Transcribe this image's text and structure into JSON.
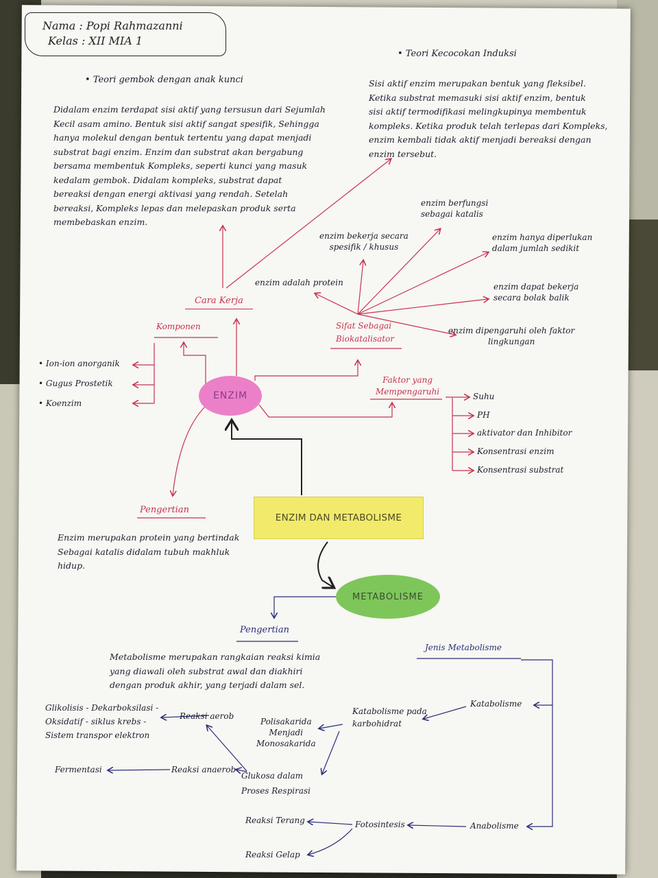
{
  "header": {
    "name_line": "Nama : Popi Rahmazanni",
    "class_line": "Kelas : XII MIA 1"
  },
  "central": {
    "title": "ENZIM DAN METABOLISME",
    "enzim": "ENZIM",
    "metabolisme": "METABOLISME"
  },
  "theories": {
    "lock_key": {
      "title": "• Teori gembok dengan anak kunci",
      "text": "Didalam enzim terdapat sisi aktif yang tersusun dari Sejumlah\nKecil asam amino. Bentuk sisi aktif sangat spesifik, Sehingga\nhanya molekul dengan bentuk tertentu yang dapat menjadi\nsubstrat bagi enzim. Enzim dan substrat akan bergabung\nbersama membentuk Kompleks, seperti kunci yang masuk\nkedalam gembok. Didalam kompleks, substrat dapat\nbereaksi dengan energi aktivasi yang rendah. Setelah\nbereaksi, Kompleks lepas dan melepaskan produk serta\nmembebaskan enzim."
    },
    "induced_fit": {
      "title": "• Teori Kecocokan Induksi",
      "text": "Sisi aktif enzim merupakan bentuk yang fleksibel.\nKetika substrat memasuki sisi aktif enzim, bentuk\nsisi aktif termodifikasi melingkupinya membentuk\nkompleks. Ketika produk telah terlepas dari Kompleks,\nenzim kembali tidak aktif menjadi bereaksi dengan\nenzim tersebut."
    }
  },
  "enzim_branches": {
    "cara_kerja": "Cara Kerja",
    "komponen": "Komponen",
    "komponen_items": [
      "• Ion-ion anorganik",
      "• Gugus Prostetik",
      "• Koenzim"
    ],
    "sifat": "Sifat Sebagai\nBiokatalisator",
    "sifat_items": [
      "enzim adalah protein",
      "enzim bekerja secara\nspesifik / khusus",
      "enzim berfungsi\nsebagai katalis",
      "enzim hanya diperlukan\ndalam jumlah sedikit",
      "enzim dapat bekerja\nsecara bolak balik",
      "enzim dipengaruhi oleh faktor\nlingkungan"
    ],
    "faktor": "Faktor yang\nMempengaruhi",
    "faktor_items": [
      "Suhu",
      "PH",
      "aktivator dan Inhibitor",
      "Konsentrasi enzim",
      "Konsentrasi substrat"
    ],
    "pengertian": "Pengertian",
    "pengertian_text": "Enzim merupakan protein yang bertindak\nSebagai katalis didalam tubuh makhluk\nhidup."
  },
  "metabolisme_branches": {
    "pengertian": "Pengertian",
    "pengertian_text": "Metabolisme merupakan rangkaian reaksi kimia\nyang diawali oleh substrat awal dan diakhiri\ndengan produk akhir, yang terjadi dalam sel.",
    "jenis": "Jenis Metabolisme",
    "katabolisme": "Katabolisme",
    "katabolisme_karbo": "Katabolisme pada\nkarbohidrat",
    "polisakarida": "Polisakarida\nMenjadi\nMonosakarida",
    "glukosa": "Glukosa dalam\nProses Respirasi",
    "reaksi_aerob": "Reaksi aerob",
    "reaksi_anaerob": "Reaksi anaerob",
    "aerob_detail": "Glikolisis - Dekarboksilasi -\nOksidatif - siklus krebs -\nSistem transpor elektron",
    "fermentasi": "Fermentasi",
    "anabolisme": "Anabolisme",
    "fotosintesis": "Fotosintesis",
    "reaksi_terang": "Reaksi Terang",
    "reaksi_gelap": "Reaksi Gelap"
  },
  "colors": {
    "paper": "#f7f7f3",
    "enzim_fill": "#ec80c8",
    "metabolisme_fill": "#7ec65a",
    "title_fill": "#f2ea6a",
    "red_ink": "#c7324f",
    "blue_ink": "#2b2e7a"
  }
}
